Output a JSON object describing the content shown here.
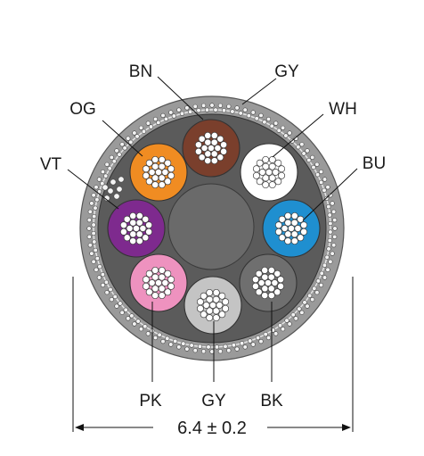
{
  "wires": [
    {
      "id": "bn",
      "label": "BN",
      "color": "#7a3f2c"
    },
    {
      "id": "wh",
      "label": "WH",
      "color": "#ffffff"
    },
    {
      "id": "bu",
      "label": "BU",
      "color": "#1f8fd0"
    },
    {
      "id": "bk",
      "label": "BK",
      "color": "#6f6f6f"
    },
    {
      "id": "gy",
      "label": "GY",
      "color": "#c4c4c4"
    },
    {
      "id": "pk",
      "label": "PK",
      "color": "#ee92bf"
    },
    {
      "id": "vt",
      "label": "VT",
      "color": "#7e2a8e"
    },
    {
      "id": "og",
      "label": "OG",
      "color": "#f08c22"
    }
  ],
  "sheath": {
    "label": "GY",
    "color": "#9a9a9a"
  },
  "filler_color": "#5b5b5b",
  "core_color": "#6a6a6a",
  "dimension": {
    "text": "6.4 ± 0.2"
  }
}
